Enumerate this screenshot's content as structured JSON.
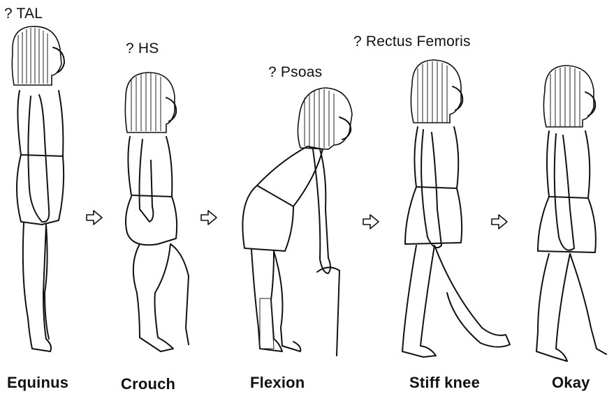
{
  "figures": [
    {
      "id": "equinus",
      "top_label": "? TAL",
      "bottom_label": "Equinus"
    },
    {
      "id": "crouch",
      "top_label": "? HS",
      "bottom_label": "Crouch"
    },
    {
      "id": "flexion",
      "top_label": "? Psoas",
      "bottom_label": "Flexion"
    },
    {
      "id": "stiff-knee",
      "top_label": "? Rectus Femoris",
      "bottom_label": "Stiff knee"
    },
    {
      "id": "okay",
      "top_label": "",
      "bottom_label": "Okay"
    }
  ],
  "arrows": [
    "right-arrow-icon",
    "right-arrow-icon",
    "right-arrow-icon",
    "right-arrow-icon"
  ]
}
